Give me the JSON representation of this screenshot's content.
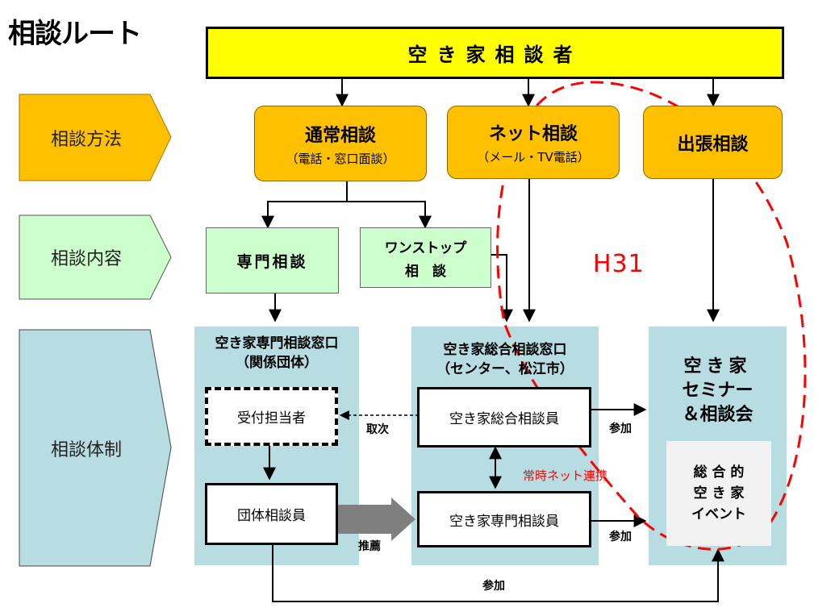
{
  "title": "相談ルート",
  "top_bar": "空き家相談者",
  "rows": {
    "method": "相談方法",
    "content": "相談内容",
    "system": "相談体制"
  },
  "methods": {
    "regular": {
      "title": "通常相談",
      "sub": "（電話・窓口面談）"
    },
    "net": {
      "title": "ネット相談",
      "sub": "（メール・TV電話）"
    },
    "visit": {
      "title": "出張相談"
    }
  },
  "contents": {
    "specialist": "専門相談",
    "onestop_line1": "ワンストップ",
    "onestop_line2": "相　談"
  },
  "panels": {
    "specialist": {
      "title_line1": "空き家専門相談窓口",
      "title_line2": "（関係団体）"
    },
    "general": {
      "title_line1": "空き家総合相談窓口",
      "title_line2": "（センター、松江市）"
    },
    "seminar": {
      "title_line1": "空き家",
      "title_line2": "セミナー",
      "title_line3": "＆相談会"
    }
  },
  "boxes": {
    "receptionist": "受付担当者",
    "group_counselor": "団体相談員",
    "general_counselor": "空き家総合相談員",
    "specialist_counselor": "空き家専門相談員",
    "event_line1": "総 合 的",
    "event_line2": "空 き 家",
    "event_line3": "イベント"
  },
  "labels": {
    "referral": "取次",
    "recommend": "推薦",
    "participate_1": "参加",
    "participate_2": "参加",
    "participate_3": "参加",
    "network": "常時ネット連携",
    "h31": "H31"
  },
  "colors": {
    "yellow": "#ffff00",
    "orange": "#ffc000",
    "green": "#ccffcc",
    "panel_blue": "#b7dde3",
    "accent_red": "#ff0000"
  }
}
